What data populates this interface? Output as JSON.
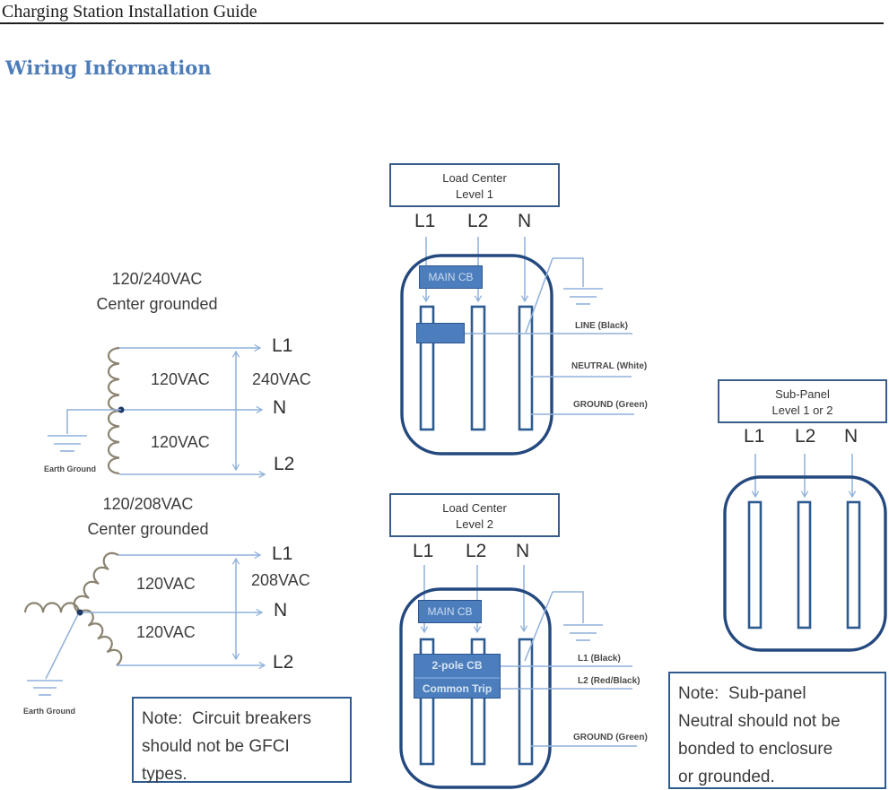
{
  "page": {
    "header_title": "Charging Station Installation Guide",
    "section_heading": "Wiring Information"
  },
  "colors": {
    "heading_blue": "#4d7cb8",
    "line_light_blue": "#8fb0da",
    "panel_navy": "#24497f",
    "breaker_fill_blue": "#4c7ebd",
    "coil_gray": "#8c8472",
    "text_gray": "#3d3d3d"
  },
  "transformer_240": {
    "title_line1": "120/240VAC",
    "title_line2": "Center grounded",
    "upper_voltage": "120VAC",
    "lower_voltage": "120VAC",
    "total_voltage": "240VAC",
    "terminal_l1": "L1",
    "terminal_n": "N",
    "terminal_l2": "L2",
    "ground_label": "Earth Ground"
  },
  "transformer_208": {
    "title_line1": "120/208VAC",
    "title_line2": "Center grounded",
    "upper_voltage": "120VAC",
    "lower_voltage": "120VAC",
    "total_voltage": "208VAC",
    "terminal_l1": "L1",
    "terminal_n": "N",
    "terminal_l2": "L2",
    "ground_label": "Earth Ground"
  },
  "load_center_1": {
    "title_line1": "Load Center",
    "title_line2": "Level 1",
    "terminals": [
      "L1",
      "L2",
      "N"
    ],
    "main_cb_label": "MAIN CB",
    "wire_labels": [
      "LINE (Black)",
      "NEUTRAL (White)",
      "GROUND (Green)"
    ]
  },
  "load_center_2": {
    "title_line1": "Load Center",
    "title_line2": "Level 2",
    "terminals": [
      "L1",
      "L2",
      "N"
    ],
    "main_cb_label": "MAIN CB",
    "cb_line1": "2-pole CB",
    "cb_line2": "Common Trip",
    "wire_labels": [
      "L1 (Black)",
      "L2 (Red/Black)",
      "GROUND (Green)"
    ]
  },
  "sub_panel": {
    "title_line1": "Sub-Panel",
    "title_line2": "Level 1 or 2",
    "terminals": [
      "L1",
      "L2",
      "N"
    ]
  },
  "notes": {
    "breaker_note": "Note:  Circuit breakers\nshould not be GFCI\ntypes.",
    "subpanel_note": "Note:  Sub-panel\nNeutral should not be\nbonded to enclosure\nor grounded."
  }
}
